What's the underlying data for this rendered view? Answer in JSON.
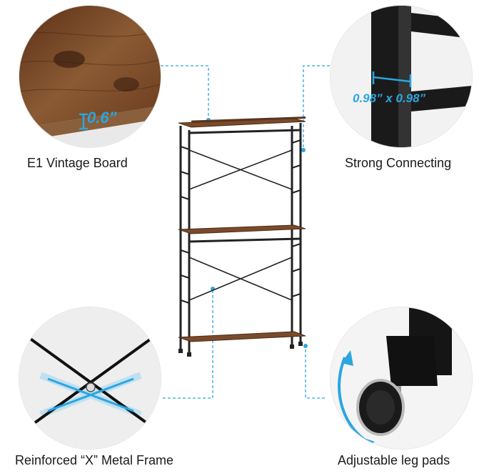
{
  "features": {
    "board": {
      "label": "E1 Vintage Board",
      "dimension": "0.6”",
      "icon": "wood-board-closeup"
    },
    "connecting": {
      "label": "Strong Connecting",
      "dimension": "0.98” x 0.98”",
      "icon": "steel-tube-closeup"
    },
    "frame": {
      "label": "Reinforced “X” Metal Frame",
      "icon": "x-frame-closeup"
    },
    "leg": {
      "label": "Adjustable leg pads",
      "icon": "leg-pad-closeup"
    }
  },
  "colors": {
    "accent": "#2aa6e0",
    "wood": "#7a4a2a",
    "metal": "#222222"
  }
}
